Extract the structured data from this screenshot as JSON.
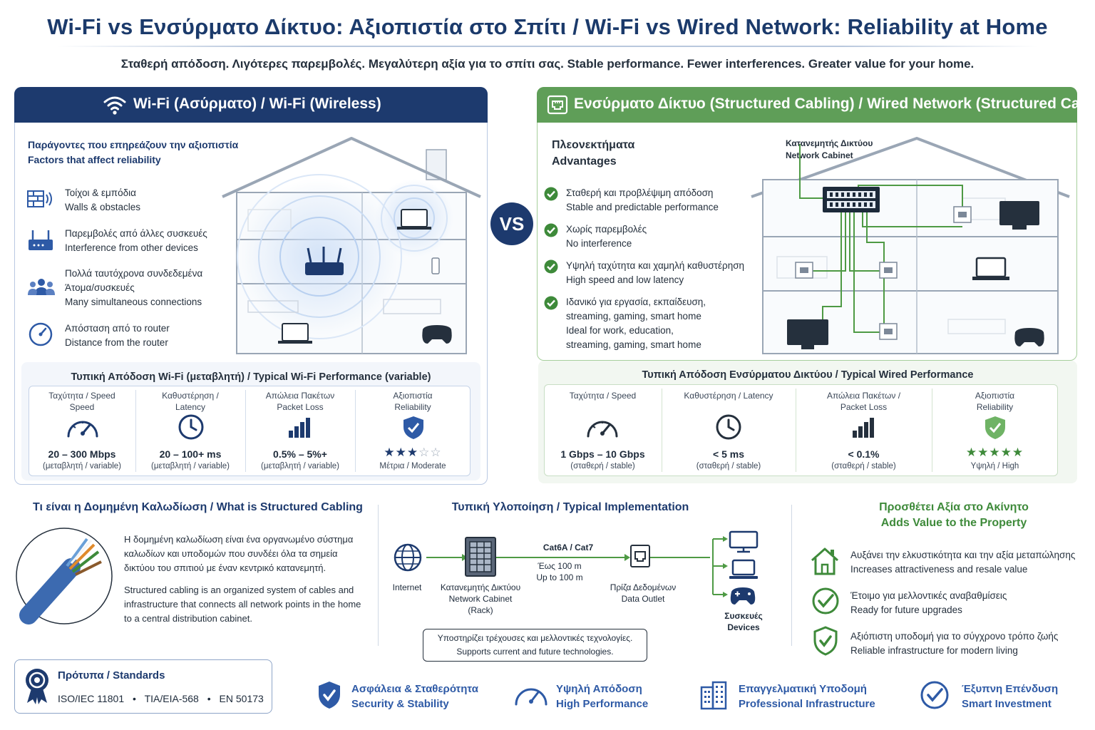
{
  "title": "Wi-Fi vs Ενσύρματο Δίκτυο: Αξιοπιστία στο Σπίτι / Wi-Fi vs Wired Network: Reliability at Home",
  "subtitle": "Σταθερή απόδοση. Λιγότερες παρεμβολές. Μεγαλύτερη αξία για το σπίτι σας.  Stable performance. Fewer interferences. Greater value for your home.",
  "vs": "VS",
  "colors": {
    "navy": "#1d3a6e",
    "green": "#5f9e58",
    "blue": "#2e5aa6",
    "star": "#1d3a6e",
    "green_star": "#3e8a3a"
  },
  "wifi": {
    "header": "Wi-Fi (Ασύρματο) / Wi-Fi (Wireless)",
    "header_icon": "wifi-icon",
    "factors_gr": "Παράγοντες που επηρεάζουν την αξιοπιστία",
    "factors_en": "Factors that affect reliability",
    "factors": [
      {
        "icon": "wall-signal-icon",
        "lines": [
          "Τοίχοι & εμπόδια",
          "Walls & obstacles"
        ]
      },
      {
        "icon": "router-icon",
        "lines": [
          "Παρεμβολές από άλλες συσκευές",
          "Interference from other devices"
        ]
      },
      {
        "icon": "users-icon",
        "lines": [
          "Πολλά ταυτόχρονα συνδεδεμένα",
          "Άτομα/συσκευές",
          "Many simultaneous connections"
        ]
      },
      {
        "icon": "gauge-icon",
        "lines": [
          "Απόσταση από το router",
          "Distance from the router"
        ]
      }
    ],
    "perf_title": "Τυπική Απόδοση Wi-Fi (μεταβλητή) / Typical Wi-Fi Performance (variable)",
    "perf": [
      {
        "label1": "Ταχύτητα / Speed",
        "label2": "Speed",
        "icon": "speedometer-icon",
        "value": "20 – 300 Mbps",
        "sub": "(μεταβλητή / variable)"
      },
      {
        "label1": "Καθυστέρηση /",
        "label2": "Latency",
        "icon": "clock-icon",
        "value": "20 – 100+ ms",
        "sub": "(μεταβλητή / variable)"
      },
      {
        "label1": "Απώλεια Πακέτων",
        "label2": "Packet Loss",
        "icon": "bar-chart-icon",
        "value": "0.5% – 5%+",
        "sub": "(μεταβλητή / variable)"
      },
      {
        "label1": "Αξιοπιστία",
        "label2": "Reliability",
        "icon": "shield-check-icon",
        "value": "",
        "sub": "Μέτρια / Moderate",
        "stars": 3
      }
    ]
  },
  "wired": {
    "header": "Ενσύρματο Δίκτυο (Structured Cabling) / Wired Network (Structured Cabling)",
    "header_icon": "ethernet-port-icon",
    "adv_gr": "Πλεονεκτήματα",
    "adv_en": "Advantages",
    "cabinet_label_gr": "Κατανεμητής Δικτύου",
    "cabinet_label_en": "Network Cabinet",
    "advantages": [
      {
        "lines": [
          "Σταθερή και προβλέψιμη απόδοση",
          "Stable and predictable performance"
        ]
      },
      {
        "lines": [
          "Χωρίς παρεμβολές",
          "No interference"
        ]
      },
      {
        "lines": [
          "Υψηλή ταχύτητα και χαμηλή καθυστέρηση",
          "High speed and low latency"
        ]
      },
      {
        "lines": [
          "Ιδανικό για εργασία, εκπαίδευση,",
          "streaming, gaming, smart home",
          "Ideal for work, education,",
          "streaming, gaming, smart home"
        ]
      }
    ],
    "perf_title": "Τυπική Απόδοση Ενσύρματου Δικτύου / Typical Wired Performance",
    "perf": [
      {
        "label1": "Ταχύτητα / Speed",
        "label2": "",
        "icon": "speedometer-icon",
        "value": "1 Gbps – 10 Gbps",
        "sub": "(σταθερή / stable)"
      },
      {
        "label1": "Καθυστέρηση / Latency",
        "label2": "",
        "icon": "clock-icon",
        "value": "< 5 ms",
        "sub": "(σταθερή / stable)"
      },
      {
        "label1": "Απώλεια Πακέτων /",
        "label2": "Packet Loss",
        "icon": "bar-chart-icon",
        "value": "< 0.1%",
        "sub": "(σταθερή / stable)"
      },
      {
        "label1": "Αξιοπιστία",
        "label2": "Reliability",
        "icon": "shield-check-icon",
        "value": "",
        "sub": "Υψηλή / High",
        "stars": 5
      }
    ]
  },
  "what": {
    "heading": "Τι είναι η Δομημένη Καλωδίωση / What is Structured Cabling",
    "para_gr": "Η δομημένη καλωδίωση είναι ένα οργανωμένο σύστημα καλωδίων και υποδομών που συνδέει όλα τα σημεία δικτύου του σπιτιού με έναν κεντρικό κατανεμητή.",
    "para_en": "Structured cabling is an organized system of cables and infrastructure that connects all network points in the home to a central distribution cabinet."
  },
  "impl": {
    "heading": "Τυπική Υλοποίηση / Typical Implementation",
    "internet": "Internet",
    "cabinet": [
      "Κατανεμητής Δικτύου",
      "Network Cabinet",
      "(Rack)"
    ],
    "cable": "Cat6A / Cat7",
    "dist": [
      "Έως 100 m",
      "Up to 100 m"
    ],
    "outlet": [
      "Πρίζα Δεδομένων",
      "Data Outlet"
    ],
    "devices": [
      "Συσκευές",
      "Devices"
    ],
    "support": [
      "Υποστηρίζει τρέχουσες και μελλοντικές τεχνολογίες.",
      "Supports current and future technologies."
    ]
  },
  "value": {
    "heading": [
      "Προσθέτει Αξία στο Ακίνητο",
      "Adds Value to the Property"
    ],
    "items": [
      {
        "icon": "house-icon",
        "lines": [
          "Αυξάνει την ελκυστικότητα και την αξία μεταπώλησης",
          "Increases attractiveness and resale value"
        ]
      },
      {
        "icon": "check-circle-icon",
        "lines": [
          "Έτοιμο για μελλοντικές αναβαθμίσεις",
          "Ready for future upgrades"
        ]
      },
      {
        "icon": "shield-check-icon",
        "lines": [
          "Αξιόπιστη υποδομή για το σύγχρονο τρόπο ζωής",
          "Reliable infrastructure for modern living"
        ]
      }
    ]
  },
  "standards": {
    "heading": "Πρότυπα / Standards",
    "list": [
      "ISO/IEC 11801",
      "TIA/EIA-568",
      "EN 50173"
    ]
  },
  "features": [
    {
      "icon": "shield-check-icon",
      "lines": [
        "Ασφάλεια & Σταθερότητα",
        "Security & Stability"
      ]
    },
    {
      "icon": "speedometer-icon",
      "lines": [
        "Υψηλή Απόδοση",
        "High Performance"
      ]
    },
    {
      "icon": "building-icon",
      "lines": [
        "Επαγγελματική Υποδομή",
        "Professional Infrastructure"
      ]
    },
    {
      "icon": "check-circle-icon",
      "lines": [
        "Έξυπνη Επένδυση",
        "Smart Investment"
      ]
    }
  ]
}
